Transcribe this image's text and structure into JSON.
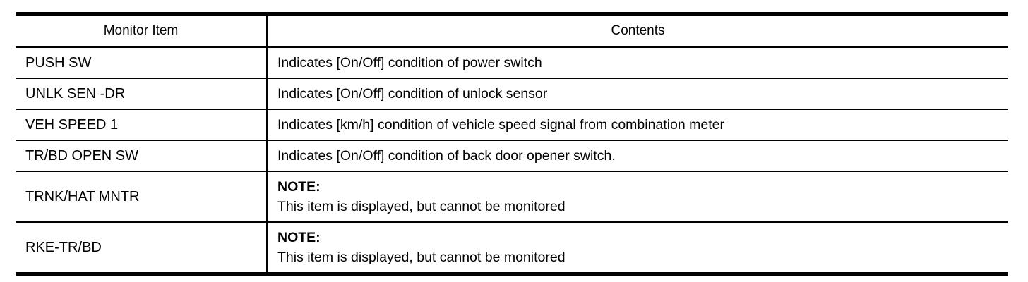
{
  "table": {
    "name": "monitor-item-contents-table",
    "columns": [
      {
        "key": "monitor_item",
        "label": "Monitor Item"
      },
      {
        "key": "contents",
        "label": "Contents"
      }
    ],
    "rows": [
      {
        "monitor_item": "PUSH SW",
        "contents": "Indicates [On/Off] condition of power switch",
        "type": "plain"
      },
      {
        "monitor_item": "UNLK SEN -DR",
        "contents": "Indicates [On/Off] condition of unlock sensor",
        "type": "plain"
      },
      {
        "monitor_item": "VEH SPEED 1",
        "contents": "Indicates [km/h] condition of vehicle speed signal from combination meter",
        "type": "plain"
      },
      {
        "monitor_item": "TR/BD OPEN SW",
        "contents": "Indicates [On/Off] condition of back door opener switch.",
        "type": "plain"
      },
      {
        "monitor_item": "TRNK/HAT MNTR",
        "note_title": "NOTE:",
        "note_body": "This item is displayed, but cannot be monitored",
        "type": "note"
      },
      {
        "monitor_item": "RKE-TR/BD",
        "note_title": "NOTE:",
        "note_body": "This item is displayed, but cannot be monitored",
        "type": "note"
      }
    ]
  },
  "colors": {
    "rule": "#000000",
    "text": "#000000",
    "background": "#ffffff"
  }
}
